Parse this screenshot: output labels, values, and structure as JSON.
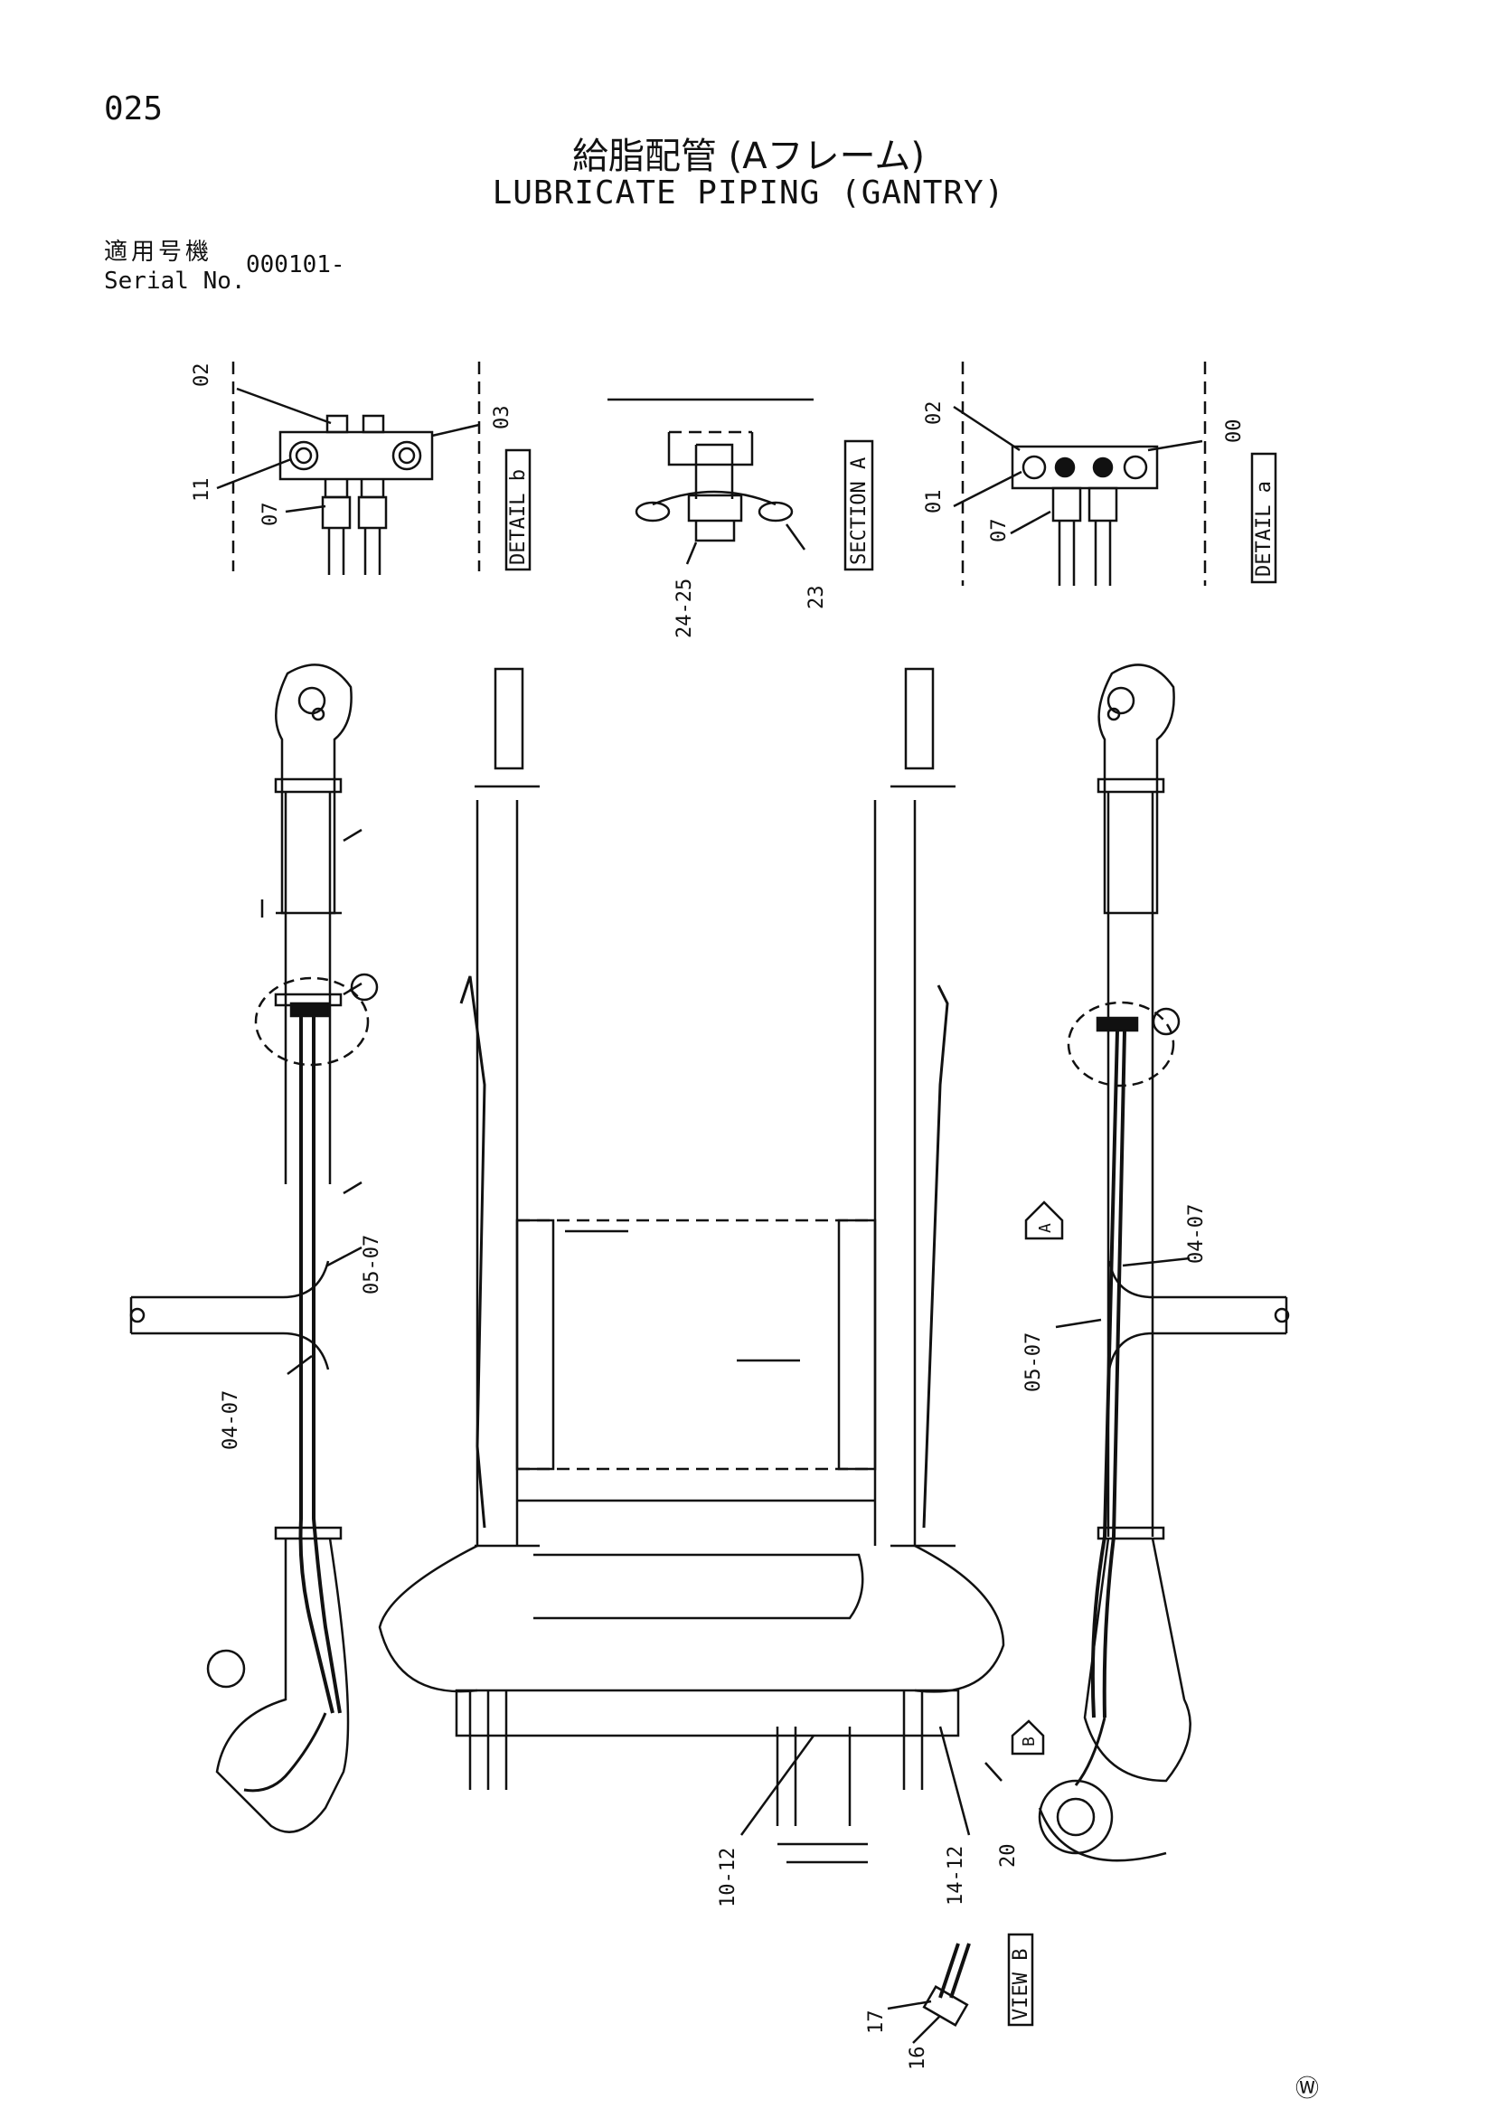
{
  "page_number": "025",
  "title_jp": "給脂配管 (Aフレーム)",
  "title_en": "LUBRICATE PIPING (GANTRY)",
  "serial_label_jp": "適用号機",
  "serial_label_en": "Serial No.",
  "serial_value": "000101-",
  "views": {
    "detail_b": "DETAIL b",
    "section_a": "SECTION A",
    "detail_a": "DETAIL a",
    "view_b": "VIEW B"
  },
  "callouts": {
    "detail_b": [
      "02",
      "03",
      "11",
      "07"
    ],
    "section_a": [
      "24-25",
      "23"
    ],
    "detail_a": [
      "02",
      "00",
      "01",
      "07"
    ],
    "main_left": [
      "05-07",
      "04-07"
    ],
    "main_right": [
      "04-07",
      "05-07"
    ],
    "bottom": [
      "10-12",
      "14-12",
      "20"
    ],
    "view_b": [
      "17",
      "16"
    ]
  },
  "markers": {
    "arrow_a": "A",
    "arrow_b": "B"
  },
  "corner_mark": "Ⓦ"
}
